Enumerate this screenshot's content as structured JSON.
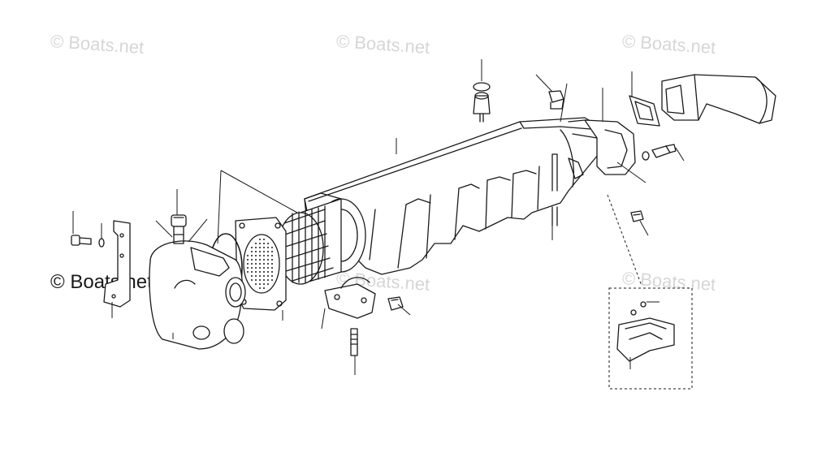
{
  "watermarks": {
    "top_left": "© Boats.net",
    "top_center": "© Boats.net",
    "top_right": "© Boats.net",
    "mid_center": "© Boats.net",
    "right_mid": "© Boats.net",
    "left_bold": "© Boats.net"
  }
}
